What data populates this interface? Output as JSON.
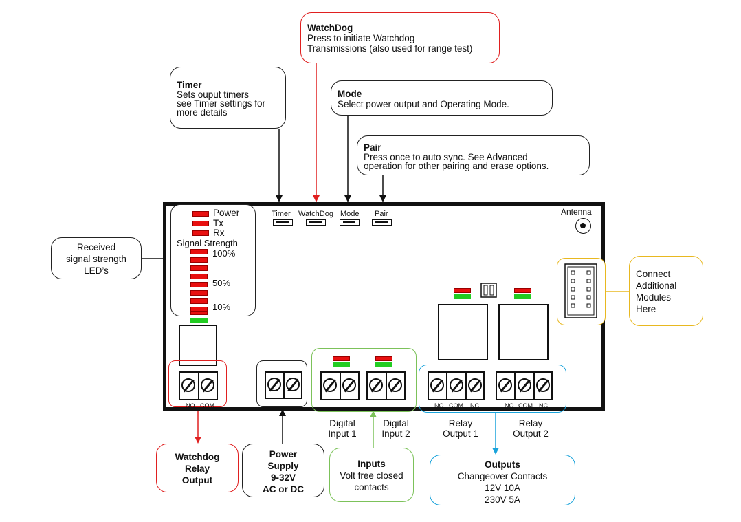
{
  "callouts": {
    "watchdog": {
      "title": "WatchDog",
      "line1": "Press to initiate Watchdog",
      "line2": "Transmissions (also used for range test)"
    },
    "timer": {
      "title": "Timer",
      "line1": "Sets ouput timers",
      "line2": "see Timer settings for",
      "line3": "more details"
    },
    "mode": {
      "title": "Mode",
      "line1": "Select power output and Operating Mode."
    },
    "pair": {
      "title": "Pair",
      "line1": "Press once to auto sync. See Advanced",
      "line2": "operation for other pairing and erase options."
    },
    "received": {
      "line1": "Received",
      "line2": "signal strength",
      "line3": "LED’s"
    },
    "connect": {
      "line1": "Connect",
      "line2": "Additional",
      "line3": "Modules",
      "line4": "Here"
    },
    "watchdog_relay": {
      "line1": "Watchdog",
      "line2": "Relay",
      "line3": "Output"
    },
    "power_supply": {
      "line1": "Power",
      "line2": "Supply",
      "line3": "9-32V",
      "line4": "AC or DC"
    },
    "inputs": {
      "title": "Inputs",
      "line1": "Volt free closed",
      "line2": "contacts"
    },
    "outputs": {
      "title": "Outputs",
      "line1": "Changeover Contacts",
      "line2": "12V 10A",
      "line3": "230V 5A"
    }
  },
  "board": {
    "led_labels": {
      "power": "Power",
      "tx": "Tx",
      "rx": "Rx",
      "signal": "Signal Strength",
      "p100": "100%",
      "p50": "50%",
      "p10": "10%"
    },
    "buttons": {
      "timer": "Timer",
      "watchdog": "WatchDog",
      "mode": "Mode",
      "pair": "Pair"
    },
    "antenna": "Antenna",
    "terminals": {
      "no": "NO",
      "com": "COM",
      "nc": "NC"
    }
  },
  "below_labels": {
    "digital1": {
      "line1": "Digital",
      "line2": "Input 1"
    },
    "digital2": {
      "line1": "Digital",
      "line2": "Input 2"
    },
    "relay1": {
      "line1": "Relay",
      "line2": "Output 1"
    },
    "relay2": {
      "line1": "Relay",
      "line2": "Output 2"
    }
  },
  "colors": {
    "led_red": "#e81010",
    "led_green": "#22cc22",
    "watchdog": "#e02020",
    "inputs": "#7cc25a",
    "outputs": "#1aa3db",
    "expansion": "#e8b820"
  }
}
